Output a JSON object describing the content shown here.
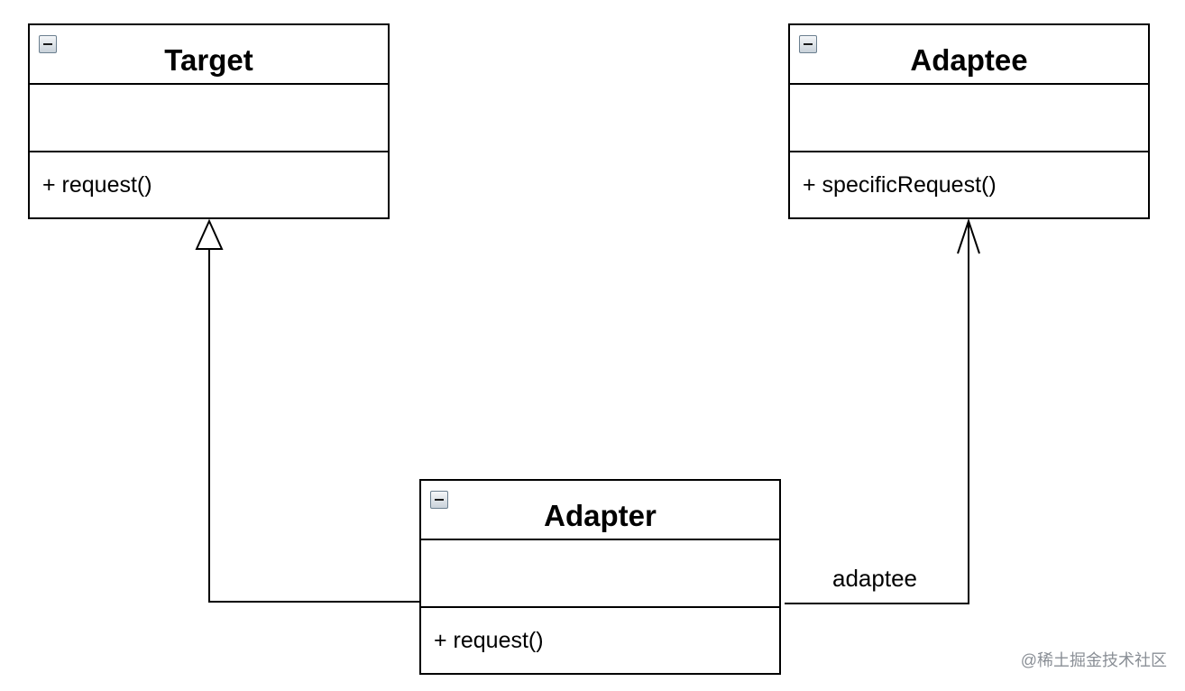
{
  "classes": {
    "target": {
      "name": "Target",
      "operations": [
        "+ request()"
      ]
    },
    "adaptee": {
      "name": "Adaptee",
      "operations": [
        "+ specificRequest()"
      ]
    },
    "adapter": {
      "name": "Adapter",
      "operations": [
        "+ request()"
      ]
    }
  },
  "relationships": {
    "generalization": {
      "from": "Adapter",
      "to": "Target",
      "arrow": "hollow-triangle"
    },
    "association": {
      "from": "Adapter",
      "to": "Adaptee",
      "label": "adaptee",
      "arrow": "open-arrow"
    }
  },
  "icons": {
    "collapse": "collapse-minus-icon"
  },
  "watermark": "@稀土掘金技术社区"
}
